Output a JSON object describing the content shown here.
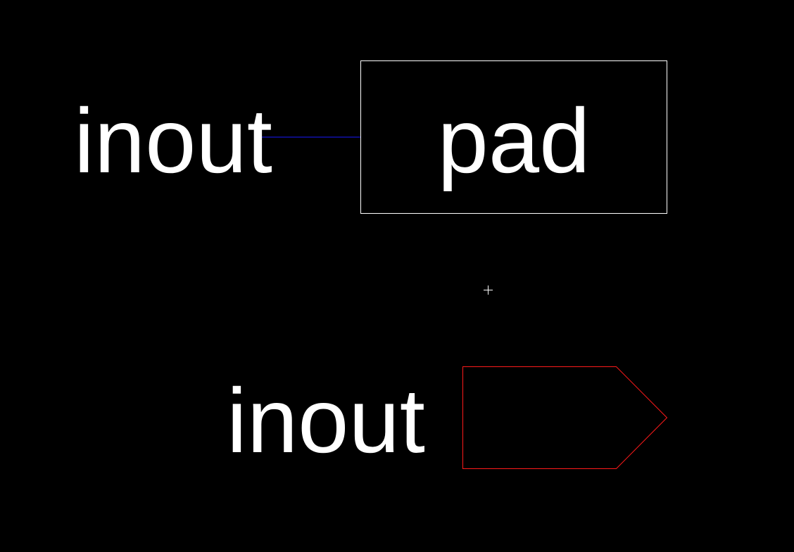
{
  "colors": {
    "background": "#000000",
    "text": "#ffffff",
    "pad_box": "#ffffff",
    "wire": "#1a1aff",
    "port_outline": "#ff1a1a",
    "origin_marker": "#ffffff"
  },
  "top_symbol": {
    "pin_label": "inout",
    "box_label": "pad"
  },
  "bottom_symbol": {
    "pin_label": "inout"
  }
}
